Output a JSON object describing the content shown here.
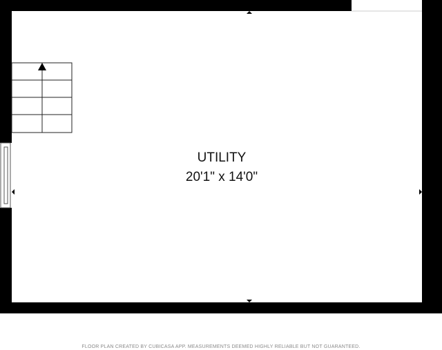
{
  "room": {
    "name": "UTILITY",
    "dimensions": "20'1\" x 14'0\""
  },
  "footer": {
    "disclaimer": "FLOOR PLAN CREATED BY CUBICASA APP. MEASUREMENTS DEEMED HIGHLY RELIABLE BUT NOT GUARANTEED."
  },
  "stairs": {
    "direction": "up",
    "step_count": 4
  },
  "colors": {
    "wall": "#000000",
    "floor": "#ffffff",
    "stair_line": "#222222",
    "window_frame": "#555555",
    "footer_text": "#8a8a8a"
  }
}
